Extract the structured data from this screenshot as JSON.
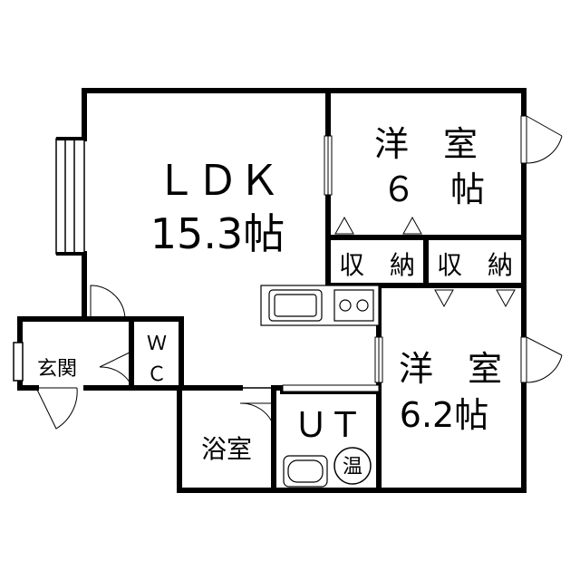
{
  "rooms": {
    "ldk": {
      "name": "ＬＤＫ",
      "size": "15.3帖"
    },
    "bedroom1": {
      "name": "洋　室",
      "size": "６　帖"
    },
    "bedroom2": {
      "name": "洋　室",
      "size": "6.2帖"
    },
    "closet1": {
      "name": "収　納"
    },
    "closet2": {
      "name": "収　納"
    },
    "entrance": {
      "name": "玄関"
    },
    "wc": {
      "top": "Ｗ",
      "bottom": "Ｃ"
    },
    "bath": {
      "name": "浴室"
    },
    "utility": {
      "name": "ＵＴ"
    },
    "water_heater": {
      "name": "温"
    }
  },
  "colors": {
    "wall": "#000000",
    "background": "#ffffff",
    "fixture": "#555555"
  }
}
